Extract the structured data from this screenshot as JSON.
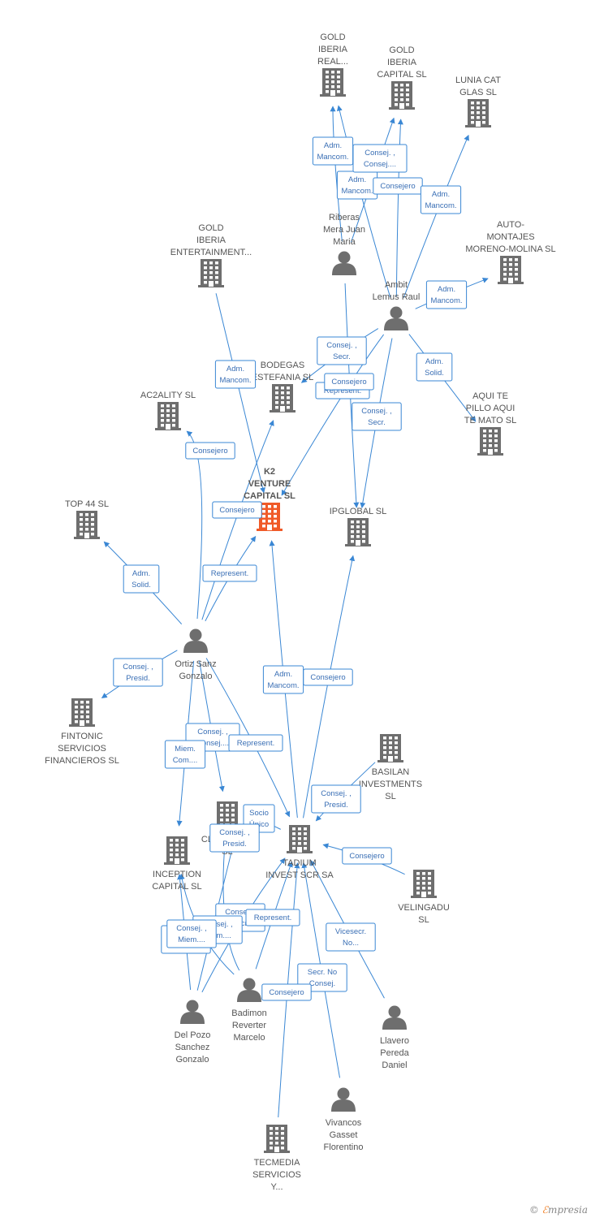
{
  "colors": {
    "edge": "#3a87d4",
    "company": "#6e6e6e",
    "focus": "#f05a28",
    "person": "#6e6e6e",
    "label_text": "#555555"
  },
  "nodes": [
    {
      "id": "gold_real",
      "type": "company",
      "label": [
        "GOLD",
        "IBERIA",
        "REAL..."
      ]
    },
    {
      "id": "gold_capital",
      "type": "company",
      "label": [
        "GOLD",
        "IBERIA",
        "CAPITAL  SL"
      ]
    },
    {
      "id": "lunia",
      "type": "company",
      "label": [
        "LUNIA CAT",
        "GLAS SL"
      ]
    },
    {
      "id": "riberas",
      "type": "person",
      "label": [
        "Riberas",
        "Mera Juan",
        "Maria"
      ]
    },
    {
      "id": "gold_ent",
      "type": "company",
      "label": [
        "GOLD",
        "IBERIA",
        "ENTERTAINMENT..."
      ]
    },
    {
      "id": "automontajes",
      "type": "company",
      "label": [
        "AUTO-",
        "MONTAJES",
        "MORENO-MOLINA SL"
      ]
    },
    {
      "id": "ambit",
      "type": "person",
      "label": [
        "Ambit",
        "Lemus Raul"
      ]
    },
    {
      "id": "bodegas",
      "type": "company",
      "label": [
        "BODEGAS",
        "ESTEFANIA SL"
      ]
    },
    {
      "id": "ac2ality",
      "type": "company",
      "label": [
        "AC2ALITY  SL"
      ]
    },
    {
      "id": "aquite",
      "type": "company",
      "label": [
        "AQUI TE",
        "PILLO AQUI",
        "TE MATO SL"
      ]
    },
    {
      "id": "k2",
      "type": "focus",
      "label": [
        "K2",
        "VENTURE",
        "CAPITAL  SL"
      ]
    },
    {
      "id": "top44",
      "type": "company",
      "label": [
        "TOP 44 SL"
      ]
    },
    {
      "id": "ipglobal",
      "type": "company",
      "label": [
        "IPGLOBAL SL"
      ]
    },
    {
      "id": "ortiz",
      "type": "person",
      "label": [
        "Ortiz Sanz",
        "Gonzalo"
      ]
    },
    {
      "id": "fintonic",
      "type": "company",
      "label": [
        "FINTONIC",
        "SERVICIOS",
        "FINANCIEROS SL"
      ]
    },
    {
      "id": "basilan",
      "type": "company",
      "label": [
        "BASILAN",
        "INVESTMENTS",
        "SL"
      ]
    },
    {
      "id": "classified",
      "type": "company",
      "label": [
        "CLASSIFIED",
        "SL"
      ]
    },
    {
      "id": "inception",
      "type": "company",
      "label": [
        "INCEPTION",
        "CAPITAL  SL"
      ]
    },
    {
      "id": "tadium",
      "type": "company",
      "label": [
        "TADIUM",
        "INVEST SCR SA"
      ]
    },
    {
      "id": "velingadu",
      "type": "company",
      "label": [
        "VELINGADU",
        "SL"
      ]
    },
    {
      "id": "delpozo",
      "type": "person",
      "label": [
        "Del Pozo",
        "Sanchez",
        "Gonzalo"
      ]
    },
    {
      "id": "badimon",
      "type": "person",
      "label": [
        "Badimon",
        "Reverter",
        "Marcelo"
      ]
    },
    {
      "id": "llavero",
      "type": "person",
      "label": [
        "Llavero",
        "Pereda",
        "Daniel"
      ]
    },
    {
      "id": "vivancos",
      "type": "person",
      "label": [
        "Vivancos",
        "Gasset",
        "Florentino"
      ]
    },
    {
      "id": "tecmedia",
      "type": "company",
      "label": [
        "TECMEDIA",
        "SERVICIOS",
        "Y..."
      ]
    }
  ],
  "edges": [
    {
      "from": "riberas",
      "to": "gold_real",
      "label": [
        "Adm.",
        "Mancom."
      ]
    },
    {
      "from": "ambit",
      "to": "gold_real",
      "label": [
        "Adm.",
        "Mancom."
      ]
    },
    {
      "from": "riberas",
      "to": "gold_capital",
      "label": [
        "Consej. ,",
        "Consej...."
      ]
    },
    {
      "from": "ambit",
      "to": "gold_capital",
      "label": [
        "Consejero"
      ]
    },
    {
      "from": "ambit",
      "to": "lunia",
      "label": [
        "Adm.",
        "Mancom."
      ]
    },
    {
      "from": "ambit",
      "to": "automontajes",
      "label": [
        "Adm.",
        "Mancom."
      ]
    },
    {
      "from": "ambit",
      "to": "aquite",
      "label": [
        "Adm.",
        "Solid."
      ]
    },
    {
      "from": "ambit",
      "to": "bodegas",
      "label": [
        "Consej. ,",
        "Secr."
      ]
    },
    {
      "from": "ambit",
      "to": "k2",
      "label": [
        "Represent."
      ]
    },
    {
      "from": "ambit",
      "to": "ipglobal",
      "label": [
        "Consej. ,",
        "Secr."
      ]
    },
    {
      "from": "riberas",
      "to": "ipglobal",
      "label": [
        "Consejero"
      ]
    },
    {
      "from": "gold_ent",
      "to": "k2",
      "label": [
        "Adm.",
        "Mancom."
      ]
    },
    {
      "from": "ortiz",
      "to": "ac2ality",
      "label": [
        "Consejero"
      ]
    },
    {
      "from": "ortiz",
      "to": "bodegas",
      "label": [
        "Consejero"
      ]
    },
    {
      "from": "ortiz",
      "to": "k2",
      "label": [
        "Represent."
      ]
    },
    {
      "from": "ortiz",
      "to": "top44",
      "label": [
        "Adm.",
        "Solid."
      ]
    },
    {
      "from": "ortiz",
      "to": "fintonic",
      "label": [
        "Consej. ,",
        "Presid."
      ]
    },
    {
      "from": "ortiz",
      "to": "classified",
      "label": [
        "Consej. ,",
        "Consej...."
      ]
    },
    {
      "from": "ortiz",
      "to": "tadium",
      "label": [
        "Represent."
      ]
    },
    {
      "from": "ortiz",
      "to": "inception",
      "label": [
        "Miem.",
        "Com...."
      ]
    },
    {
      "from": "tadium",
      "to": "k2",
      "label": [
        "Adm.",
        "Mancom."
      ]
    },
    {
      "from": "tadium",
      "to": "ipglobal",
      "label": [
        "Consejero"
      ]
    },
    {
      "from": "basilan",
      "to": "tadium",
      "label": [
        "Consej. ,",
        "Presid."
      ]
    },
    {
      "from": "tadium",
      "to": "classified",
      "label": [
        "Socio",
        "Único"
      ]
    },
    {
      "from": "velingadu",
      "to": "tadium",
      "label": [
        "Consejero"
      ]
    },
    {
      "from": "delpozo",
      "to": "classified",
      "label": [
        "Consej. ,",
        "Presid."
      ]
    },
    {
      "from": "delpozo",
      "to": "inception",
      "label": [
        "Consej. ,",
        "Miem...."
      ]
    },
    {
      "from": "delpozo",
      "to": "tadium",
      "label": [
        "Consej. ,",
        "Secr."
      ]
    },
    {
      "from": "badimon",
      "to": "classified",
      "label": [
        "Consej. ,",
        "Miem...."
      ]
    },
    {
      "from": "badimon",
      "to": "inception",
      "label": [
        "Consej. ,",
        "Miem...."
      ]
    },
    {
      "from": "badimon",
      "to": "tadium",
      "label": [
        "Represent."
      ]
    },
    {
      "from": "vivancos",
      "to": "tadium",
      "label": [
        "Secr.  No",
        "Consej."
      ]
    },
    {
      "from": "llavero",
      "to": "tadium",
      "label": [
        "Vicesecr.",
        "No..."
      ]
    },
    {
      "from": "tecmedia",
      "to": "tadium",
      "label": [
        "Consejero"
      ]
    }
  ],
  "footer": {
    "copyright": "©",
    "brand_e": "ℰ",
    "brand_rest": "mpresia"
  }
}
